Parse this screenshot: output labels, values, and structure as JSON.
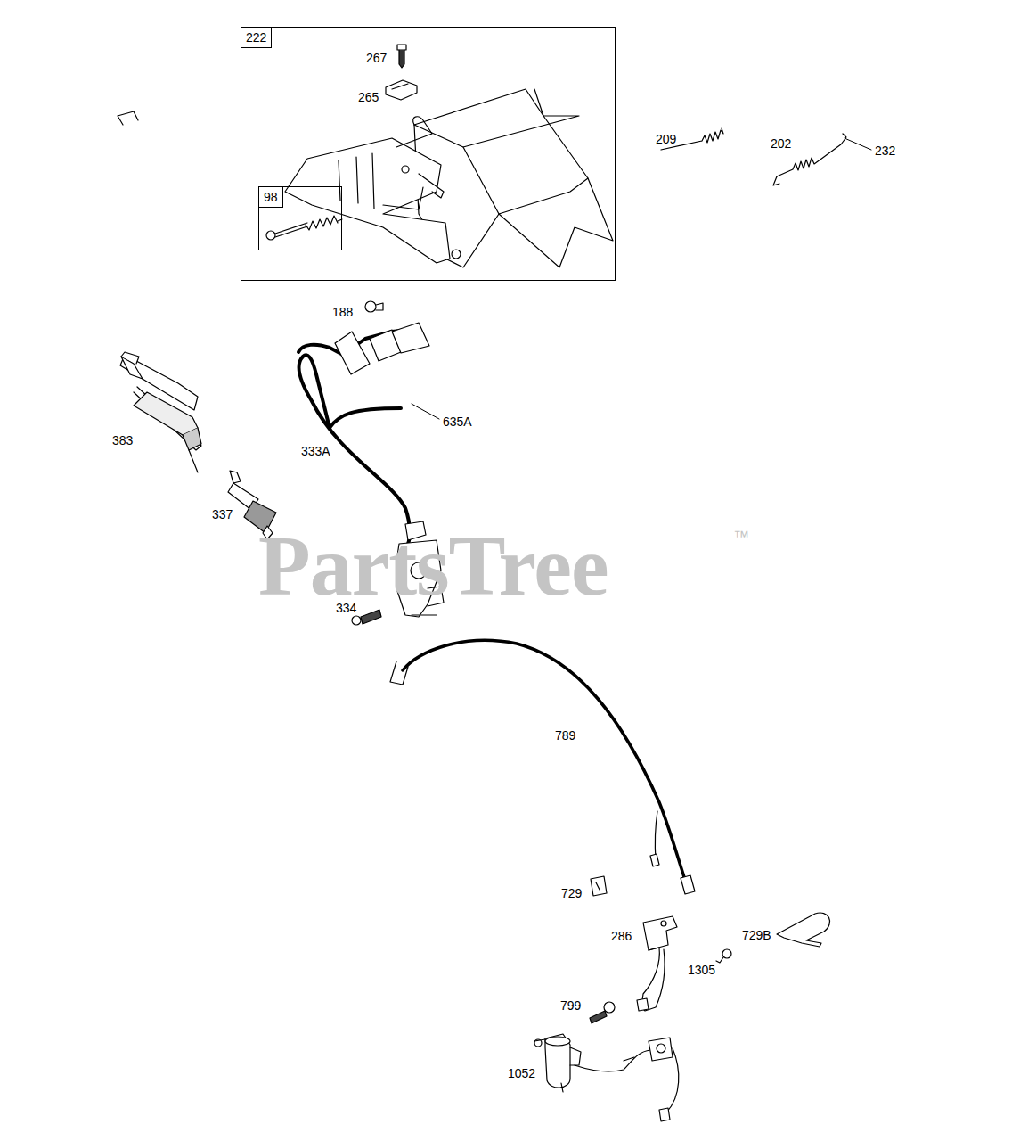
{
  "diagram": {
    "nodes": [
      {
        "text": [
          "222"
        ]
      },
      {
        "text": [
          "98"
        ],
        "in": 0
      }
    ],
    "labels": [
      "267",
      "265",
      "209",
      "202",
      "232",
      "188",
      "383",
      "333A",
      "635A",
      "337",
      "334",
      "789",
      "729",
      "286",
      "729B",
      "1305",
      "799",
      "1052",
      "PartsTree",
      "™"
    ]
  }
}
